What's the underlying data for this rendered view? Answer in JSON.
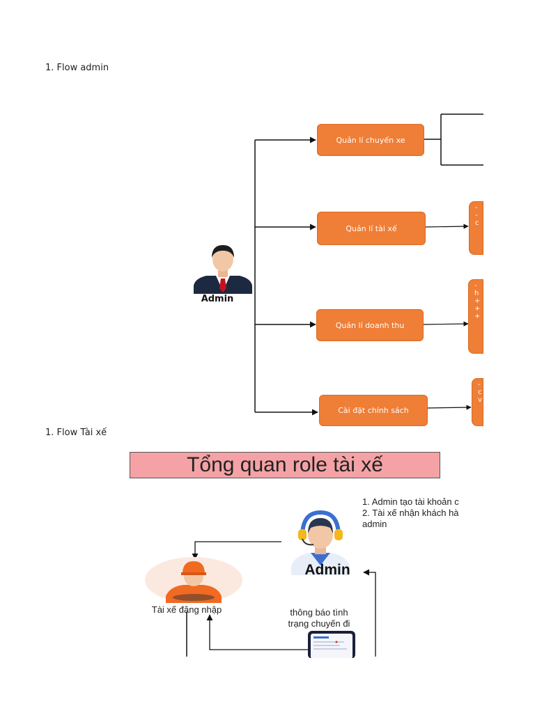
{
  "section1": {
    "heading": "1. Flow admin"
  },
  "admin_flow": {
    "root_label": "Admin",
    "boxes": [
      {
        "label": "Quản lí chuyến xe"
      },
      {
        "label": "Quản lí tài xế"
      },
      {
        "label": "Quản lí doanh thu"
      },
      {
        "label": "Cài đặt chính sách"
      }
    ],
    "side_texts": [
      "-\n-\nc",
      "-\nh\n+\n+\n+",
      "-\nc\nv"
    ]
  },
  "section2": {
    "heading": "1. Flow Tài xế",
    "banner": "Tổng quan role tài xế",
    "notes": [
      "1. Admin tạo tài khoản c",
      "2. Tài xế nhận khách hà",
      "admin"
    ],
    "admin_label": "Admin",
    "driver_label": "Tài xế đăng nhập",
    "status_lines": [
      "thông báo tình",
      "trạng chuyến đi"
    ]
  },
  "colors": {
    "box_orange": "#ef7e36",
    "banner_pink": "#f4a2a6",
    "headset_blue": "#3c6fd0"
  }
}
